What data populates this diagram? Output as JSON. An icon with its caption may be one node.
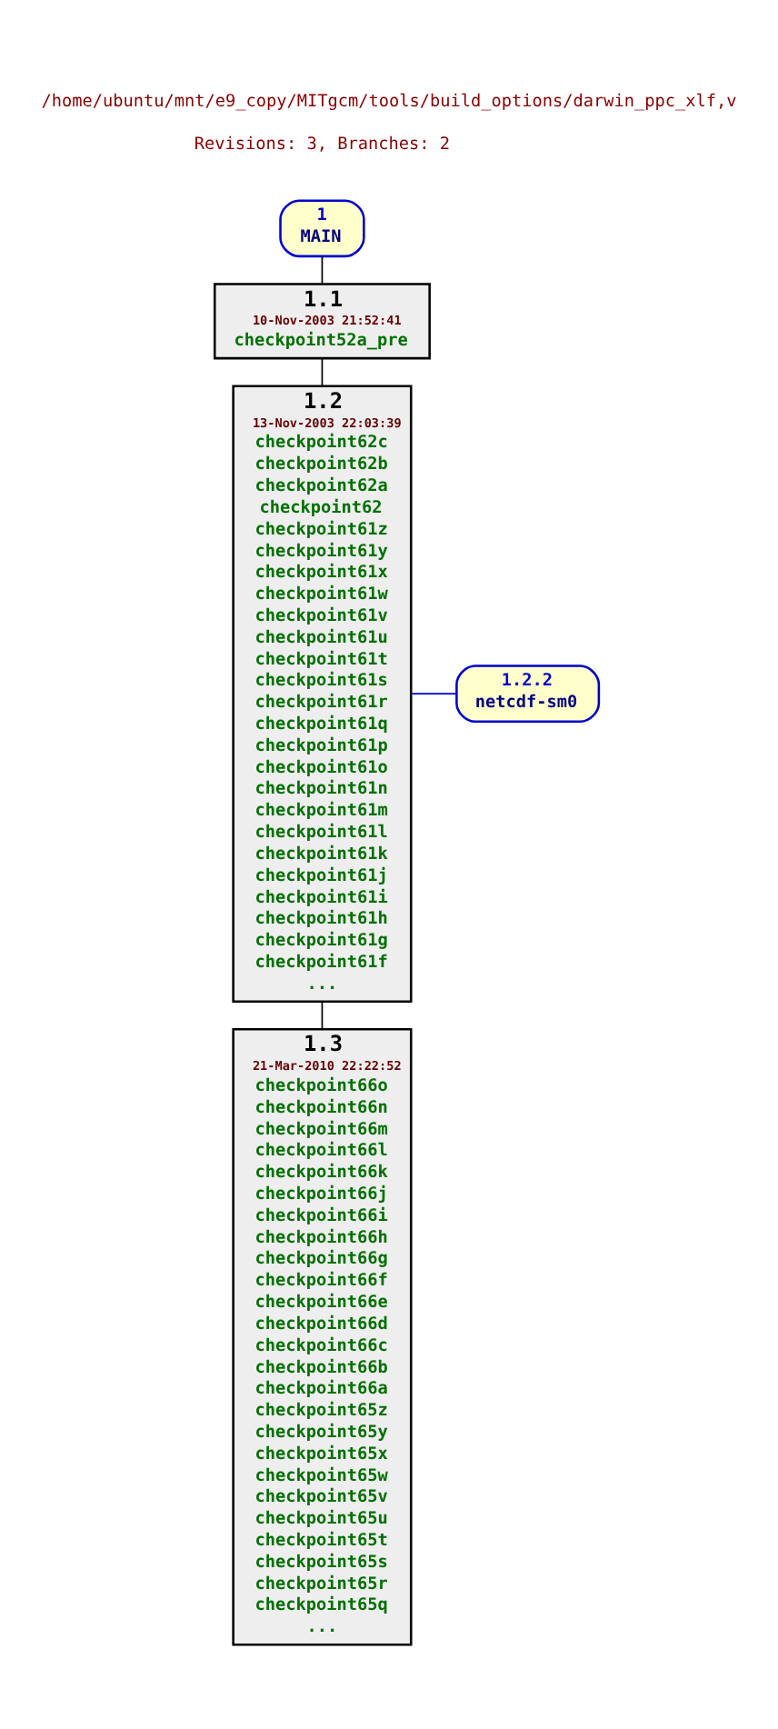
{
  "diagram": {
    "title": "/home/ubuntu/mnt/e9_copy/MITgcm/tools/build_options/darwin_ppc_xlf,v",
    "nodes": [
      {
        "text": [
          "1",
          "MAIN"
        ]
      },
      {
        "text": [
          "1.1",
          "10-Nov-2003 21:52:41",
          "checkpoint52a_pre"
        ]
      },
      {
        "text": [
          "1.2",
          "13-Nov-2003 22:03:39",
          "checkpoint62c",
          "checkpoint62b",
          "checkpoint62a",
          "checkpoint62",
          "checkpoint61z",
          "checkpoint61y",
          "checkpoint61x",
          "checkpoint61w",
          "checkpoint61v",
          "checkpoint61u",
          "checkpoint61t",
          "checkpoint61s",
          "checkpoint61r",
          "checkpoint61q",
          "checkpoint61p",
          "checkpoint61o",
          "checkpoint61n",
          "checkpoint61m",
          "checkpoint61l",
          "checkpoint61k",
          "checkpoint61j",
          "checkpoint61i",
          "checkpoint61h",
          "checkpoint61g",
          "checkpoint61f",
          "..."
        ]
      },
      {
        "text": [
          "1.2.2",
          "netcdf-sm0"
        ]
      },
      {
        "text": [
          "1.3",
          "21-Mar-2010 22:22:52",
          "checkpoint66o",
          "checkpoint66n",
          "checkpoint66m",
          "checkpoint66l",
          "checkpoint66k",
          "checkpoint66j",
          "checkpoint66i",
          "checkpoint66h",
          "checkpoint66g",
          "checkpoint66f",
          "checkpoint66e",
          "checkpoint66d",
          "checkpoint66c",
          "checkpoint66b",
          "checkpoint66a",
          "checkpoint65z",
          "checkpoint65y",
          "checkpoint65x",
          "checkpoint65w",
          "checkpoint65v",
          "checkpoint65u",
          "checkpoint65t",
          "checkpoint65s",
          "checkpoint65r",
          "checkpoint65q",
          "..."
        ]
      }
    ],
    "edges": [
      {
        "from": 0,
        "to": 1,
        "arrow": "none"
      },
      {
        "from": 1,
        "to": 2,
        "arrow": "none"
      },
      {
        "from": 2,
        "to": 3,
        "arrow": "none",
        "color": "#0000cc"
      },
      {
        "from": 2,
        "to": 4,
        "arrow": "none"
      }
    ],
    "labels": [
      "Revisions: 3, Branches: 2"
    ]
  }
}
